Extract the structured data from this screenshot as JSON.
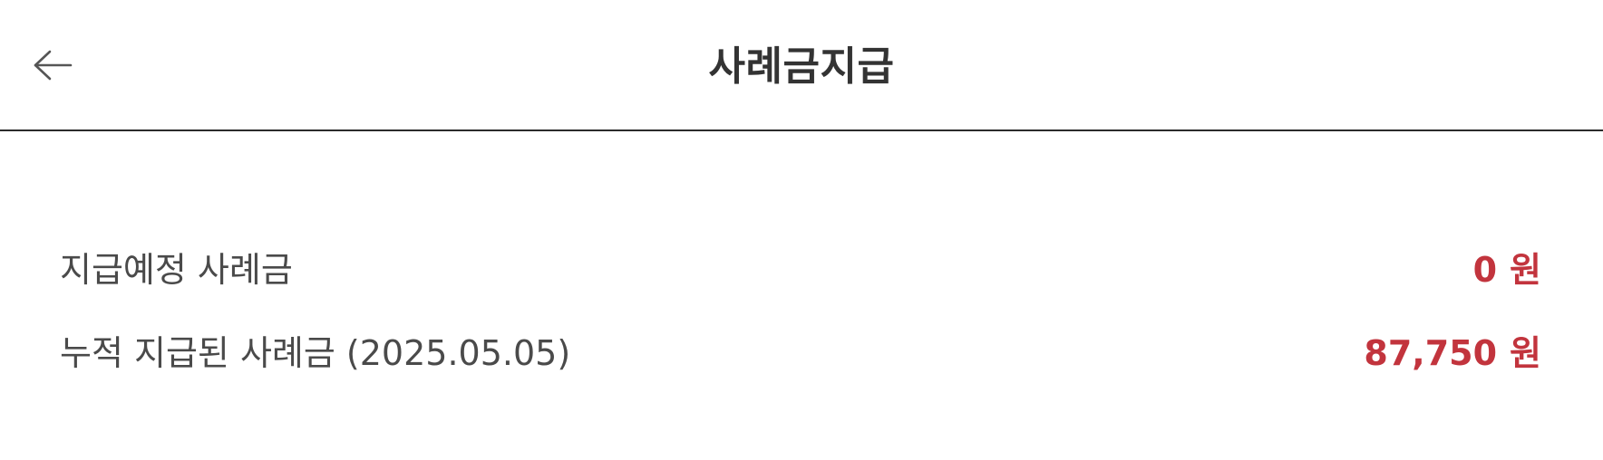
{
  "header": {
    "title": "사례금지급",
    "back_icon": "arrow-left-icon"
  },
  "rows": [
    {
      "label": "지급예정 사례금",
      "amount": "0",
      "unit": "원"
    },
    {
      "label": "누적 지급된 사례금 (2025.05.05)",
      "amount": "87,750",
      "unit": "원"
    }
  ],
  "colors": {
    "accent": "#c2343d",
    "text": "#4a4a4a",
    "divider": "#2b2b2b"
  }
}
